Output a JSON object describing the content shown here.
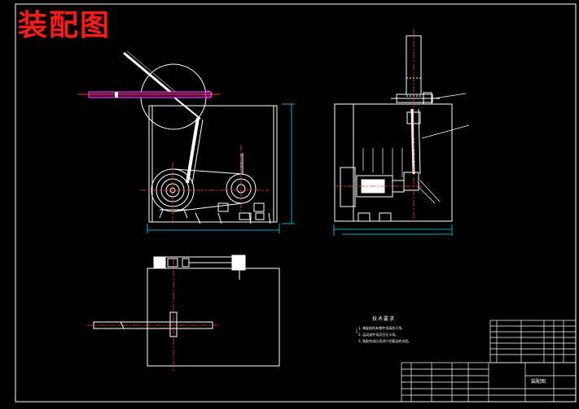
{
  "drawing": {
    "title": "装配图",
    "tech_requirements_heading": "技术要求",
    "tech_requirements": [
      "1. 装配前所有零件须清洗干净。",
      "2. 运动部件须灵活无卡滞。",
      "3. 装配完成后须进行空载运转试验。"
    ],
    "title_block_name": "装配图"
  },
  "colors": {
    "background": "#000000",
    "outline": "#ffffff",
    "dimension": "#00e5ff",
    "centerline": "#ff3b3b",
    "highlight_rod": "#ff40ff",
    "accent_label": "#ff1a1a"
  }
}
